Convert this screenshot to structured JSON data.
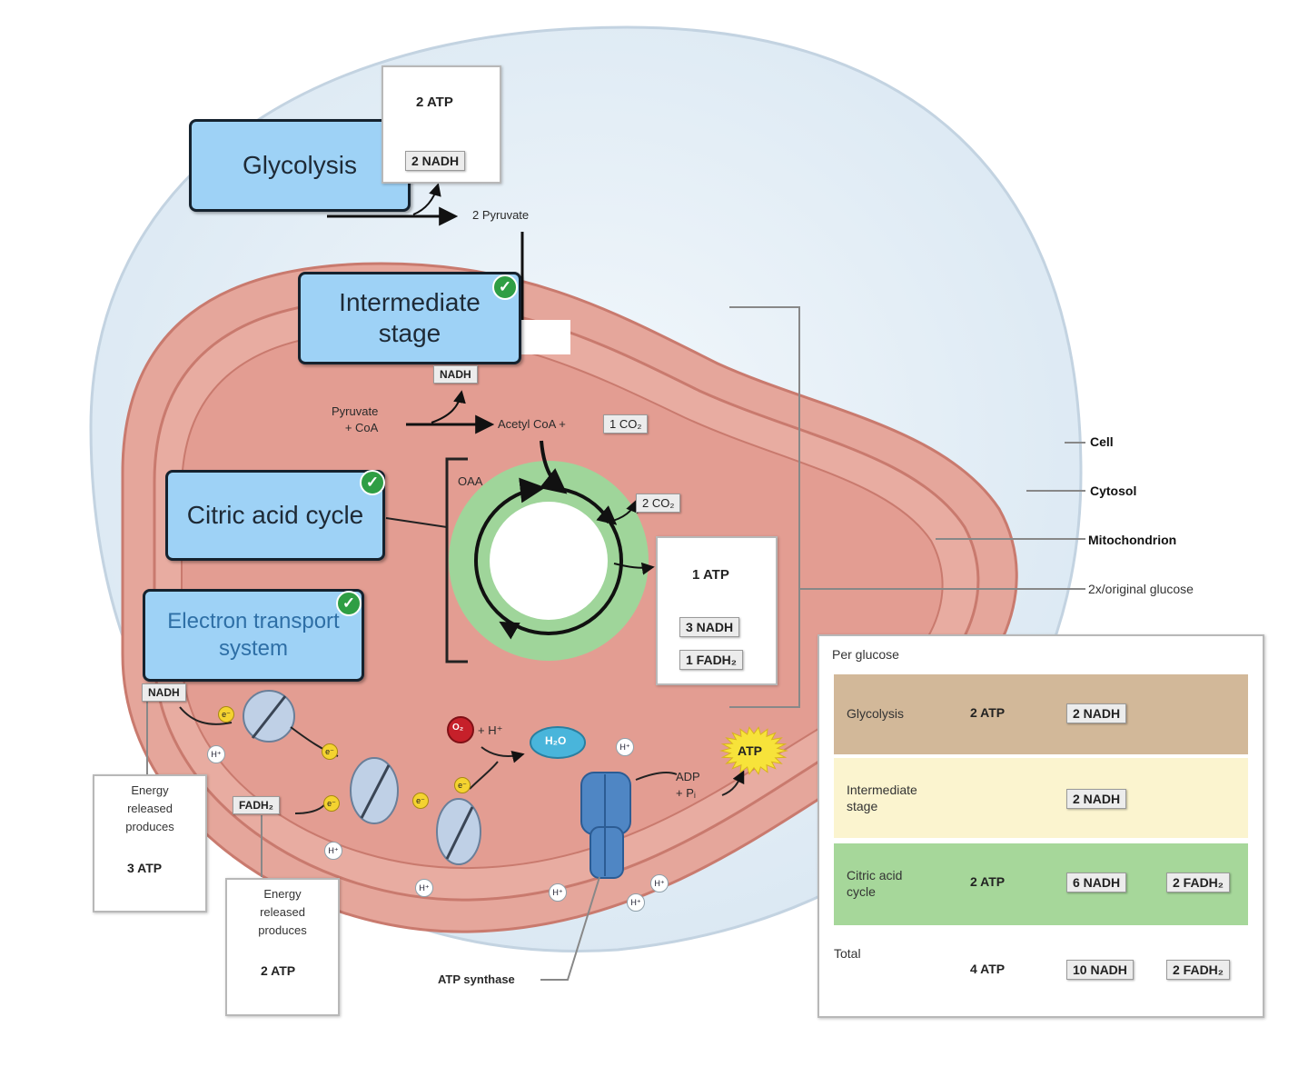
{
  "stages": {
    "glycolysis": "Glycolysis",
    "intermediate": [
      "Intermediate",
      "stage"
    ],
    "citric": "Citric acid cycle",
    "ets": [
      "Electron transport",
      "system"
    ]
  },
  "top_box": {
    "atp": "2 ATP",
    "nadh": "2 NADH"
  },
  "pathway": {
    "pyruvate": "2 Pyruvate",
    "nadh": "NADH",
    "pyruvate_coa": [
      "Pyruvate",
      "+ CoA"
    ],
    "acetyl": "Acetyl CoA +",
    "co2_1": "1 CO₂",
    "oaa": "OAA",
    "co2_2": "2 CO₂"
  },
  "cycle_box": {
    "atp": "1 ATP",
    "nadh": "3 NADH",
    "fadh": "1 FADH₂"
  },
  "legend": {
    "cell": "Cell",
    "cytosol": "Cytosol",
    "mito": "Mitochondrion",
    "twox": "2x/original glucose"
  },
  "ets": {
    "nadh": "NADH",
    "fadh": "FADH₂",
    "o2": "O₂",
    "h_plus": "+ H⁺",
    "h2o": "H₂O",
    "adp": [
      "ADP",
      "+ Pᵢ"
    ],
    "atp": "ATP",
    "synthase": "ATP synthase",
    "e": "e⁻",
    "h": "H⁺"
  },
  "energy_box_1": {
    "text": [
      "Energy",
      "released",
      "produces"
    ],
    "atp": "3 ATP"
  },
  "energy_box_2": {
    "text": [
      "Energy",
      "released",
      "produces"
    ],
    "atp": "2 ATP"
  },
  "table": {
    "title": "Per glucose",
    "rows": [
      {
        "label": [
          "Glycolysis"
        ],
        "atp": "2 ATP",
        "nadh": "2 NADH",
        "fadh": ""
      },
      {
        "label": [
          "Intermediate",
          "stage"
        ],
        "atp": "",
        "nadh": "2 NADH",
        "fadh": ""
      },
      {
        "label": [
          "Citric acid",
          "cycle"
        ],
        "atp": "2 ATP",
        "nadh": "6 NADH",
        "fadh": "2 FADH₂"
      },
      {
        "label": [
          "Total"
        ],
        "atp": "4 ATP",
        "nadh": "10 NADH",
        "fadh": "2 FADH₂"
      }
    ]
  },
  "colors": {
    "cell_fill": "#e6f0f8",
    "mito_fill": "#e5a69b",
    "stage_box": "#9ed2f6",
    "cycle_ring": "#9fd59a",
    "row_glycolysis": "#d2b899",
    "row_intermediate": "#fbf4cf",
    "row_citric": "#a6d79a",
    "starburst": "#f7e33a"
  }
}
